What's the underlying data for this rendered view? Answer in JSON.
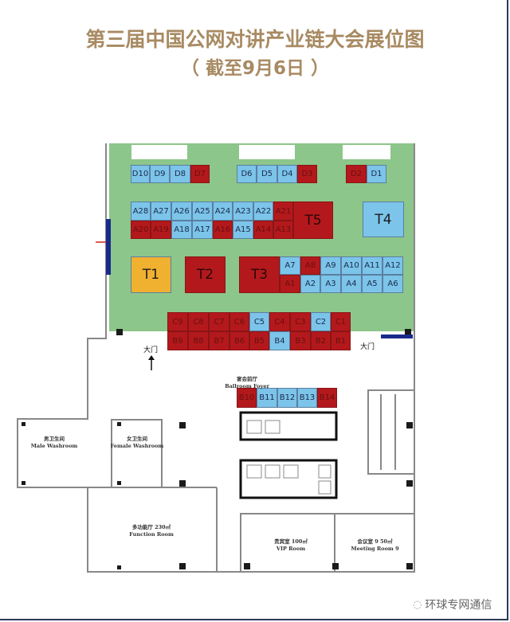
{
  "title": "第三届中国公网对讲产业链大会展位图",
  "subtitle": "（ 截至9月6日 ）",
  "colors": {
    "sold_red": "#b3191c",
    "available_blue": "#7cc4ea",
    "yellow": "#f0b030",
    "hall_green": "#8cc68a",
    "title": "#a88a62"
  },
  "booths": [
    {
      "id": "D10",
      "color": "blue"
    },
    {
      "id": "D9",
      "color": "blue"
    },
    {
      "id": "D8",
      "color": "blue"
    },
    {
      "id": "D7",
      "color": "red"
    },
    {
      "id": "D6",
      "color": "blue"
    },
    {
      "id": "D5",
      "color": "blue"
    },
    {
      "id": "D4",
      "color": "blue"
    },
    {
      "id": "D3",
      "color": "red"
    },
    {
      "id": "D2",
      "color": "red"
    },
    {
      "id": "D1",
      "color": "blue"
    },
    {
      "id": "A28",
      "color": "blue"
    },
    {
      "id": "A27",
      "color": "blue"
    },
    {
      "id": "A26",
      "color": "blue"
    },
    {
      "id": "A25",
      "color": "blue"
    },
    {
      "id": "A24",
      "color": "blue"
    },
    {
      "id": "A23",
      "color": "blue"
    },
    {
      "id": "A22",
      "color": "blue"
    },
    {
      "id": "A21",
      "color": "red"
    },
    {
      "id": "A20",
      "color": "red"
    },
    {
      "id": "A19",
      "color": "red"
    },
    {
      "id": "A18",
      "color": "blue"
    },
    {
      "id": "A17",
      "color": "blue"
    },
    {
      "id": "A16",
      "color": "red"
    },
    {
      "id": "A15",
      "color": "blue"
    },
    {
      "id": "A14",
      "color": "red"
    },
    {
      "id": "A13",
      "color": "red"
    },
    {
      "id": "T5",
      "color": "red"
    },
    {
      "id": "T4",
      "color": "blue"
    },
    {
      "id": "T1",
      "color": "yellow"
    },
    {
      "id": "T2",
      "color": "red"
    },
    {
      "id": "T3",
      "color": "red"
    },
    {
      "id": "A7",
      "color": "blue"
    },
    {
      "id": "A8",
      "color": "red"
    },
    {
      "id": "A9",
      "color": "blue"
    },
    {
      "id": "A10",
      "color": "blue"
    },
    {
      "id": "A11",
      "color": "blue"
    },
    {
      "id": "A12",
      "color": "blue"
    },
    {
      "id": "A1",
      "color": "red"
    },
    {
      "id": "A2",
      "color": "blue"
    },
    {
      "id": "A3",
      "color": "blue"
    },
    {
      "id": "A4",
      "color": "blue"
    },
    {
      "id": "A5",
      "color": "blue"
    },
    {
      "id": "A6",
      "color": "blue"
    },
    {
      "id": "C9",
      "color": "red"
    },
    {
      "id": "C8",
      "color": "red"
    },
    {
      "id": "C7",
      "color": "red"
    },
    {
      "id": "C6",
      "color": "red"
    },
    {
      "id": "C5",
      "color": "blue"
    },
    {
      "id": "C4",
      "color": "red"
    },
    {
      "id": "C3",
      "color": "red"
    },
    {
      "id": "C2",
      "color": "blue"
    },
    {
      "id": "C1",
      "color": "red"
    },
    {
      "id": "B9",
      "color": "red"
    },
    {
      "id": "B8",
      "color": "red"
    },
    {
      "id": "B7",
      "color": "red"
    },
    {
      "id": "B6",
      "color": "red"
    },
    {
      "id": "B5",
      "color": "red"
    },
    {
      "id": "B4",
      "color": "blue"
    },
    {
      "id": "B3",
      "color": "red"
    },
    {
      "id": "B2",
      "color": "red"
    },
    {
      "id": "B1",
      "color": "red"
    },
    {
      "id": "B10",
      "color": "red"
    },
    {
      "id": "B11",
      "color": "blue"
    },
    {
      "id": "B12",
      "color": "blue"
    },
    {
      "id": "B13",
      "color": "blue"
    },
    {
      "id": "B14",
      "color": "red"
    }
  ],
  "rooms": {
    "foyer": {
      "cn": "宴会前厅",
      "en": "Ballroom Foyer"
    },
    "male": {
      "cn": "男卫生间",
      "en": "Male Washroom"
    },
    "female": {
      "cn": "女卫生间",
      "en": "Female Washroom"
    },
    "function": {
      "cn": "多功能厅 230㎡",
      "en": "Function Room"
    },
    "vip": {
      "cn": "贵宾室 100㎡",
      "en": "VIP Room"
    },
    "meeting": {
      "cn": "会议室 9 50㎡",
      "en": "Meeting Room 9"
    }
  },
  "entrances": [
    "大门",
    "大门"
  ],
  "watermark": "环球专网通信"
}
